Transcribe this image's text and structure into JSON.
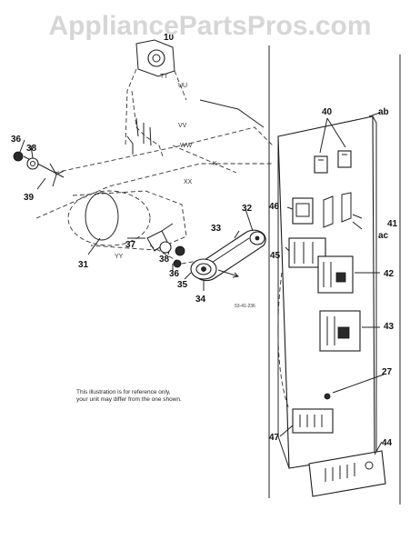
{
  "watermark": "AppliancePartsPros.com",
  "note": {
    "line1": "This illustration is for reference only,",
    "line2": "your unit may differ from the one shown."
  },
  "diagram_code": "53-41-236",
  "part_labels": {
    "p10": "10",
    "p36a": "36",
    "p38a": "38",
    "p39": "39",
    "p31": "31",
    "p37": "37",
    "p38b": "38",
    "p36b": "36",
    "p35": "35",
    "p34": "34",
    "p33": "33",
    "p32": "32",
    "p40": "40",
    "p41": "41",
    "p42": "42",
    "p43": "43",
    "p44": "44",
    "p45": "45",
    "p46": "46",
    "p47": "47",
    "p27": "27"
  },
  "letter_labels": {
    "ab": "ab",
    "ac": "ac",
    "yy": "YY",
    "xx": "XX",
    "ww": "WW",
    "vv": "VV",
    "uu": "UU",
    "tt": "TT",
    "k": "K"
  }
}
